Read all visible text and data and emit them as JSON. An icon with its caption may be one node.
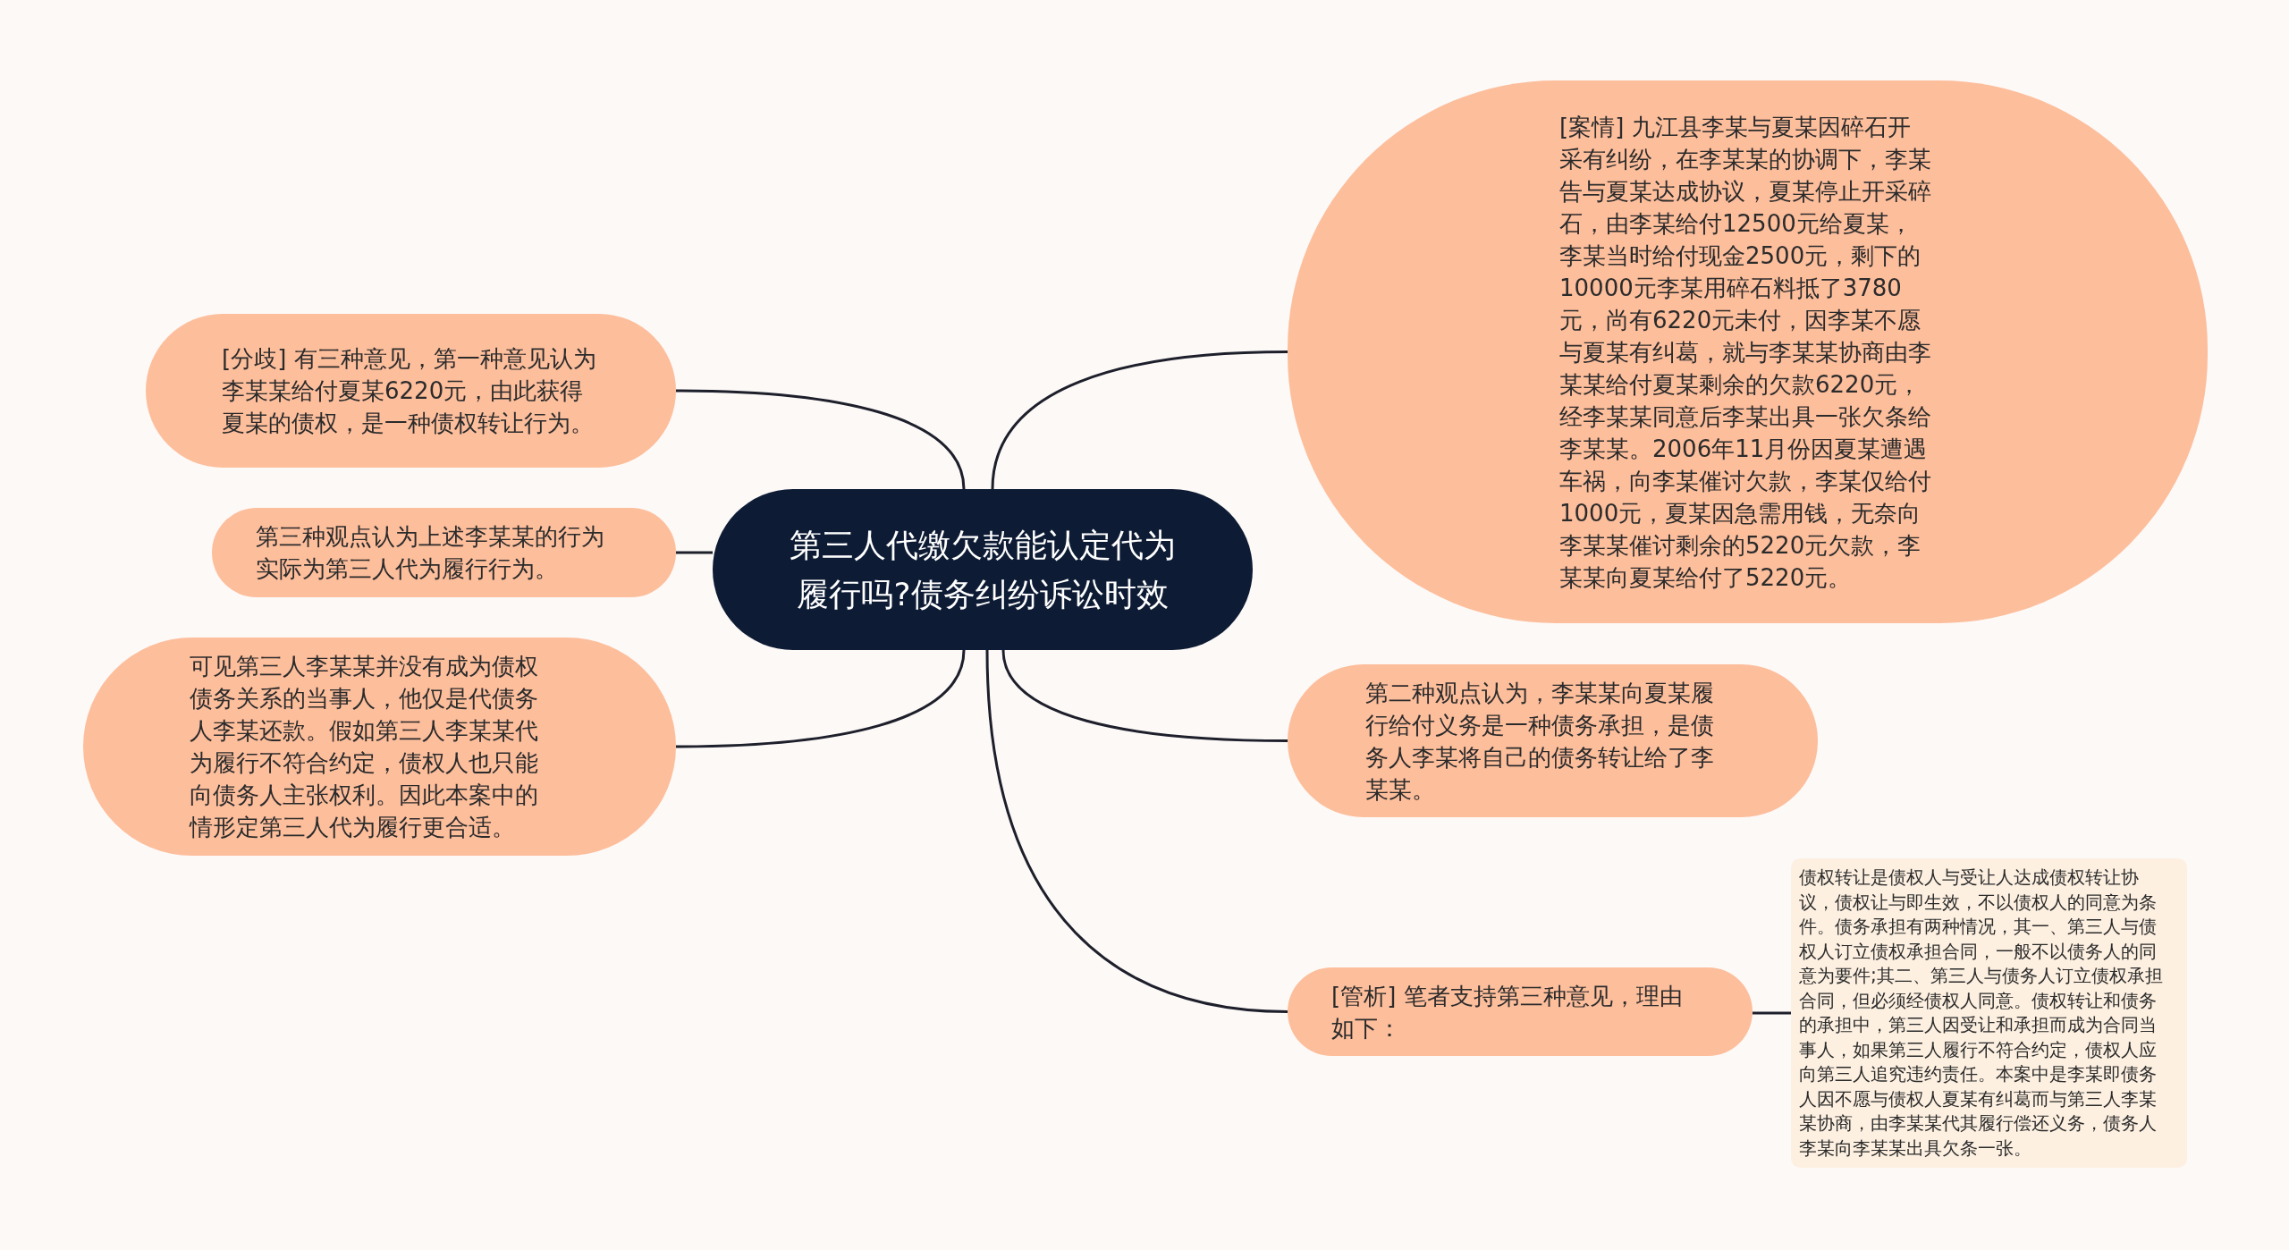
{
  "diagram": {
    "nodes": [
      {
        "text": [
          "第三人代缴欠款能认定代为履行吗?债务纠纷诉讼时效"
        ]
      },
      {
        "text": [
          "[案情] 九江县李某与夏某因碎石开采有纠纷，在李某某的协调下，李某告与夏某达成协议，夏某停止开采碎石，由李某给付12500元给夏某，李某当时给付现金2500元，剩下的10000元李某用碎石料抵了3780元，尚有6220元未付，因李某不愿与夏某有纠葛，就与李某某协商由李某某给付夏某剩余的欠款6220元，经李某某同意后李某出具一张欠条给李某某。2006年11月份因夏某遭遇车祸，向李某催讨欠款，李某仅给付1000元，夏某因急需用钱，无奈向李某某催讨剩余的5220元欠款，李某某向夏某给付了5220元。"
        ]
      },
      {
        "text": [
          "[分歧] 有三种意见，第一种意见认为李某某给付夏某6220元，由此获得夏某的债权，是一种债权转让行为。"
        ]
      },
      {
        "text": [
          "第三种观点认为上述李某某的行为实际为第三人代为履行行为。"
        ]
      },
      {
        "text": [
          "可见第三人李某某并没有成为债权债务关系的当事人，他仅是代债务人李某还款。假如第三人李某某代为履行不符合约定，债权人也只能向债务人主张权利。因此本案中的情形定第三人代为履行更合适。"
        ]
      },
      {
        "text": [
          "第二种观点认为，李某某向夏某履行给付义务是一种债务承担，是债务人李某将自己的债务转让给了李某某。"
        ]
      },
      {
        "text": [
          "[管析] 笔者支持第三种意见，理由如下："
        ]
      },
      {
        "text": [
          "债权转让是债权人与受让人达成债权转让协议，债权让与即生效，不以债权人的同意为条件。债务承担有两种情况，其一、第三人与债权人订立债权承担合同，一般不以债务人的同意为要件;其二、第三人与债务人订立债权承担合同，但必须经债权人同意。债权转让和债务的承担中，第三人因受让和承担而成为合同当事人，如果第三人履行不符合约定，债权人应向第三人追究违约责任。本案中是李某即债务人因不愿与债权人夏某有纠葛而与第三人李某某协商，由李某某代其履行偿还义务，债务人李某向李某某出具欠条一张。"
        ]
      }
    ],
    "edges": [
      {
        "from": 0,
        "to": 1,
        "arrow": "none"
      },
      {
        "from": 0,
        "to": 2,
        "arrow": "none"
      },
      {
        "from": 0,
        "to": 3,
        "arrow": "none"
      },
      {
        "from": 0,
        "to": 4,
        "arrow": "none"
      },
      {
        "from": 0,
        "to": 5,
        "arrow": "none"
      },
      {
        "from": 0,
        "to": 6,
        "arrow": "none"
      },
      {
        "from": 6,
        "to": 7,
        "arrow": "none"
      }
    ]
  }
}
